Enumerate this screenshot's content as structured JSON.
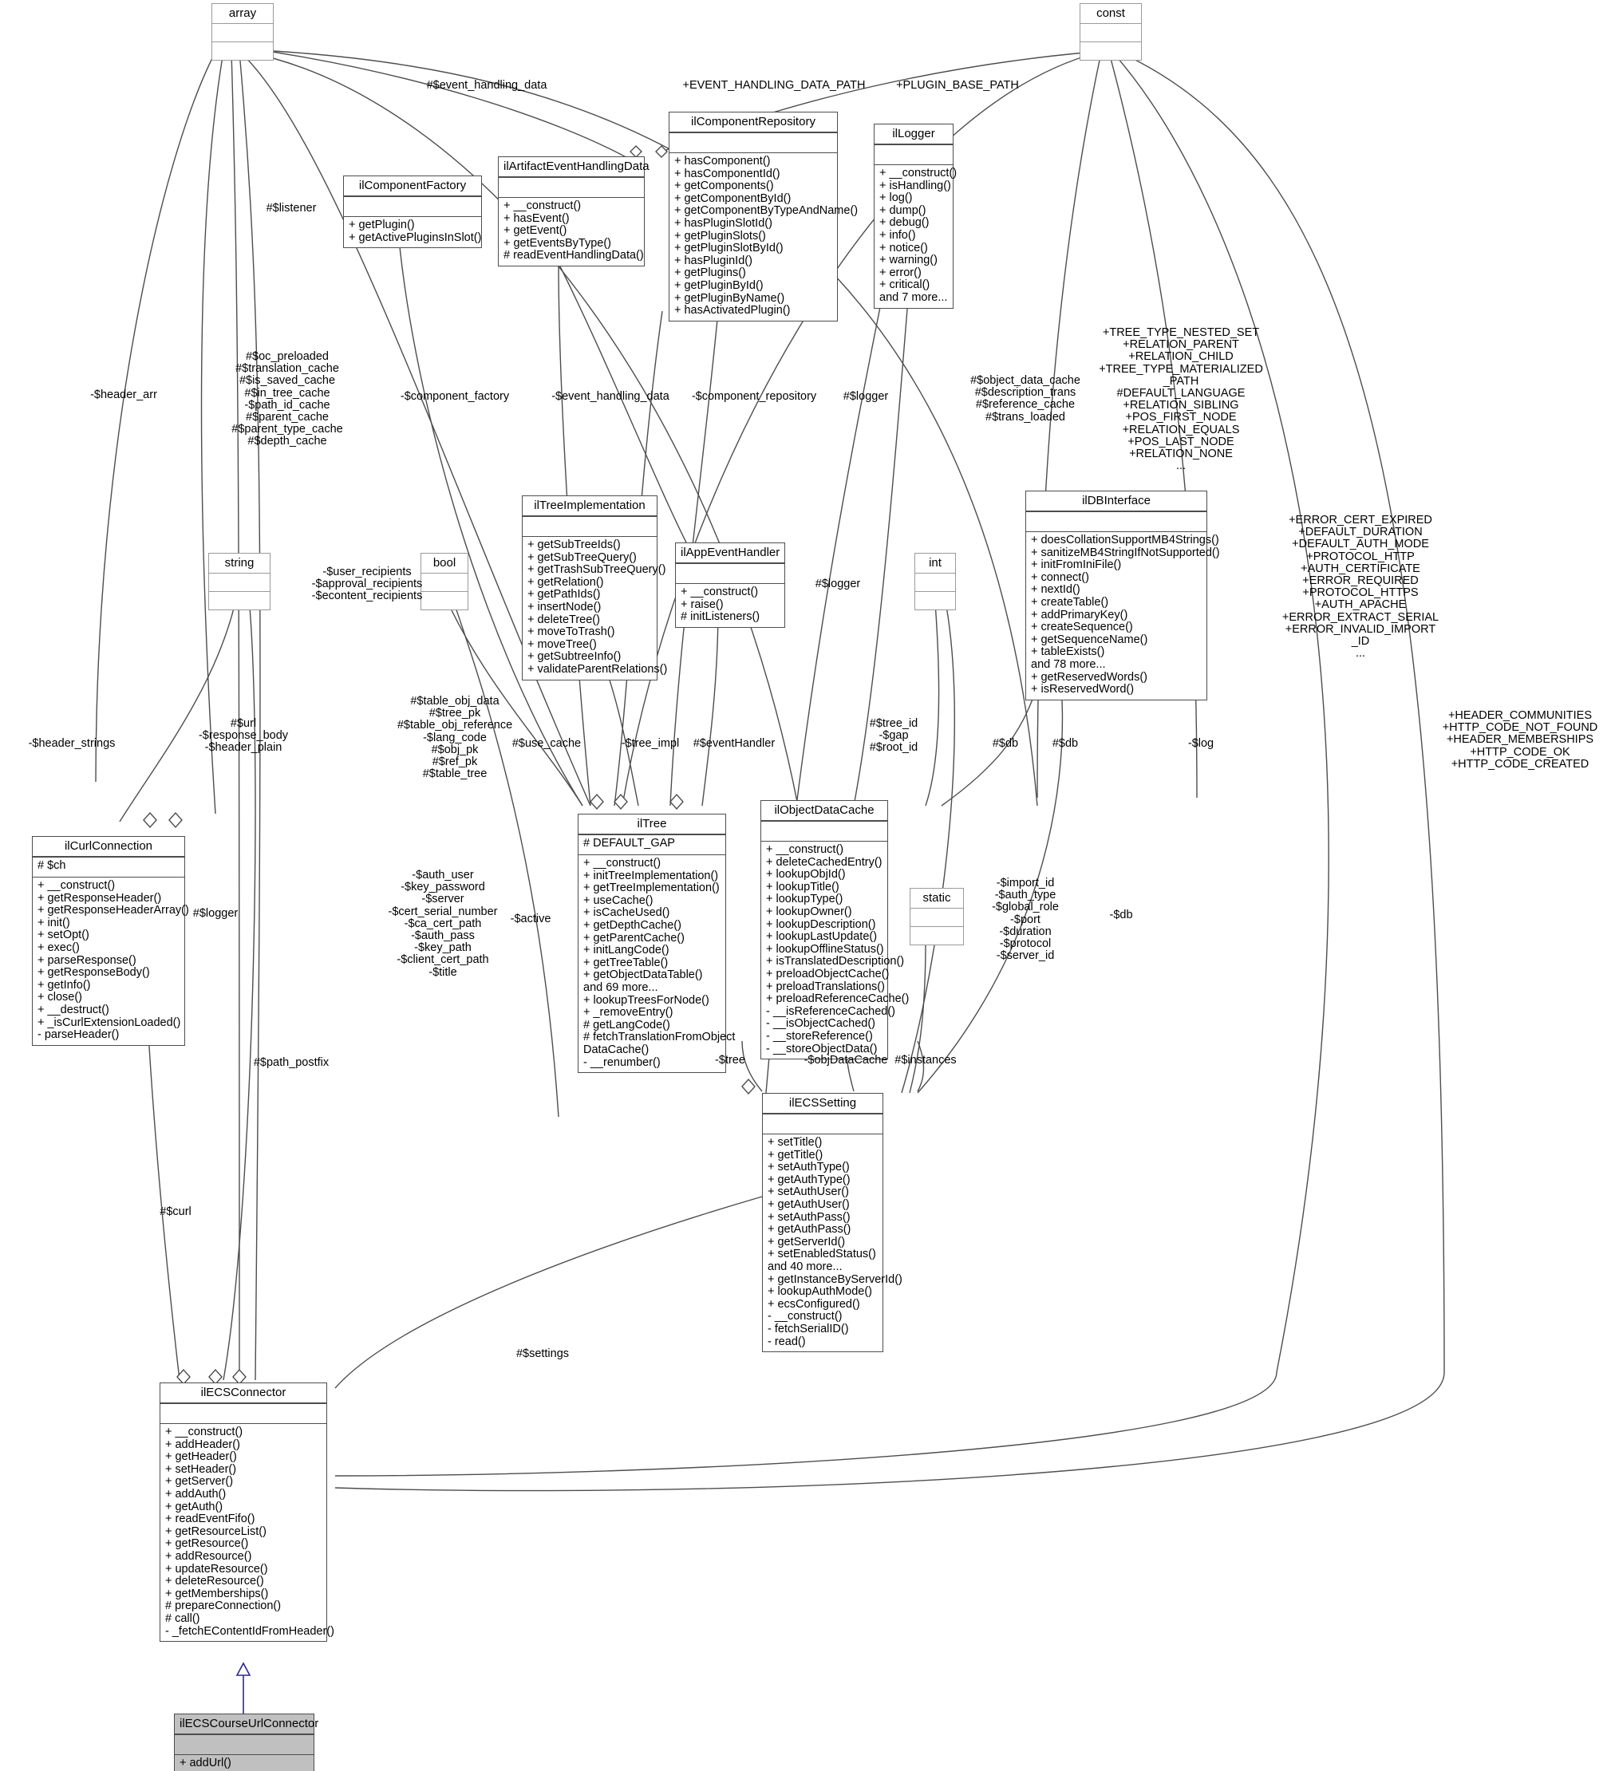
{
  "diagram": {
    "title": "ilECSCourseUrlConnector collaboration diagram",
    "type": "uml-class-collaboration"
  },
  "classes": {
    "array": {
      "name": "array",
      "kind": "plain"
    },
    "const": {
      "name": "const",
      "kind": "plain"
    },
    "string": {
      "name": "string",
      "kind": "plain"
    },
    "bool": {
      "name": "bool",
      "kind": "plain"
    },
    "int": {
      "name": "int",
      "kind": "plain"
    },
    "static": {
      "name": "static",
      "kind": "plain"
    },
    "ilComponentFactory": {
      "name": "ilComponentFactory",
      "attributes": [],
      "operations": [
        "+ getPlugin()",
        "+ getActivePluginsInSlot()"
      ]
    },
    "ilArtifactEventHandlingData": {
      "name": "ilArtifactEventHandlingData",
      "attributes": [],
      "operations": [
        "+ __construct()",
        "+ hasEvent()",
        "+ getEvent()",
        "+ getEventsByType()",
        "# readEventHandlingData()"
      ]
    },
    "ilComponentRepository": {
      "name": "ilComponentRepository",
      "attributes": [],
      "operations": [
        "+ hasComponent()",
        "+ hasComponentId()",
        "+ getComponents()",
        "+ getComponentById()",
        "+ getComponentByTypeAndName()",
        "+ hasPluginSlotId()",
        "+ getPluginSlots()",
        "+ getPluginSlotById()",
        "+ hasPluginId()",
        "+ getPlugins()",
        "+ getPluginById()",
        "+ getPluginByName()",
        "+ hasActivatedPlugin()"
      ]
    },
    "ilLogger": {
      "name": "ilLogger",
      "attributes": [],
      "operations": [
        "+ __construct()",
        "+ isHandling()",
        "+ log()",
        "+ dump()",
        "+ debug()",
        "+ info()",
        "+ notice()",
        "+ warning()",
        "+ error()",
        "+ critical()",
        "and 7 more..."
      ]
    },
    "ilTreeImplementation": {
      "name": "ilTreeImplementation",
      "attributes": [],
      "operations": [
        "+ getSubTreeIds()",
        "+ getSubTreeQuery()",
        "+ getTrashSubTreeQuery()",
        "+ getRelation()",
        "+ getPathIds()",
        "+ insertNode()",
        "+ deleteTree()",
        "+ moveToTrash()",
        "+ moveTree()",
        "+ getSubtreeInfo()",
        "+ validateParentRelations()"
      ]
    },
    "ilAppEventHandler": {
      "name": "ilAppEventHandler",
      "attributes": [],
      "operations": [
        "+ __construct()",
        "+ raise()",
        "# initListeners()"
      ]
    },
    "ilDBInterface": {
      "name": "ilDBInterface",
      "attributes": [],
      "operations": [
        "+ doesCollationSupportMB4Strings()",
        "+ sanitizeMB4StringIfNotSupported()",
        "+ initFromIniFile()",
        "+ connect()",
        "+ nextId()",
        "+ createTable()",
        "+ addPrimaryKey()",
        "+ createSequence()",
        "+ getSequenceName()",
        "+ tableExists()",
        "and 78 more...",
        "+ getReservedWords()",
        "+ isReservedWord()"
      ]
    },
    "ilCurlConnection": {
      "name": "ilCurlConnection",
      "attributes": [
        "# $ch"
      ],
      "operations": [
        "+ __construct()",
        "+ getResponseHeader()",
        "+ getResponseHeaderArray()",
        "+ init()",
        "+ setOpt()",
        "+ exec()",
        "+ parseResponse()",
        "+ getResponseBody()",
        "+ getInfo()",
        "+ close()",
        "+ __destruct()",
        "+ _isCurlExtensionLoaded()",
        "- parseHeader()"
      ]
    },
    "ilTree": {
      "name": "ilTree",
      "attributes": [
        "# DEFAULT_GAP"
      ],
      "operations": [
        "+ __construct()",
        "+ initTreeImplementation()",
        "+ getTreeImplementation()",
        "+ useCache()",
        "+ isCacheUsed()",
        "+ getDepthCache()",
        "+ getParentCache()",
        "+ initLangCode()",
        "+ getTreeTable()",
        "+ getObjectDataTable()",
        "and 69 more...",
        "+ lookupTreesForNode()",
        "+ _removeEntry()",
        "# getLangCode()",
        "# fetchTranslationFromObject",
        "DataCache()",
        "- __renumber()"
      ]
    },
    "ilObjectDataCache": {
      "name": "ilObjectDataCache",
      "attributes": [],
      "operations": [
        "+ __construct()",
        "+ deleteCachedEntry()",
        "+ lookupObjId()",
        "+ lookupTitle()",
        "+ lookupType()",
        "+ lookupOwner()",
        "+ lookupDescription()",
        "+ lookupLastUpdate()",
        "+ lookupOfflineStatus()",
        "+ isTranslatedDescription()",
        "+ preloadObjectCache()",
        "+ preloadTranslations()",
        "+ preloadReferenceCache()",
        "- __isReferenceCached()",
        "- __isObjectCached()",
        "- __storeReference()",
        "- __storeObjectData()"
      ]
    },
    "ilECSSetting": {
      "name": "ilECSSetting",
      "attributes": [],
      "operations": [
        "+ setTitle()",
        "+ getTitle()",
        "+ setAuthType()",
        "+ getAuthType()",
        "+ setAuthUser()",
        "+ getAuthUser()",
        "+ setAuthPass()",
        "+ getAuthPass()",
        "+ getServerId()",
        "+ setEnabledStatus()",
        "and 40 more...",
        "+ getInstanceByServerId()",
        "+ lookupAuthMode()",
        "+ ecsConfigured()",
        "- __construct()",
        "- fetchSerialID()",
        "- read()"
      ]
    },
    "ilECSConnector": {
      "name": "ilECSConnector",
      "attributes": [],
      "operations": [
        "+ __construct()",
        "+ addHeader()",
        "+ getHeader()",
        "+ setHeader()",
        "+ getServer()",
        "+ addAuth()",
        "+ getAuth()",
        "+ readEventFifo()",
        "+ getResourceList()",
        "+ getResource()",
        "+ addResource()",
        "+ updateResource()",
        "+ deleteResource()",
        "+ getMemberships()",
        "# prepareConnection()",
        "# call()",
        "- _fetchEContentIdFromHeader()"
      ]
    },
    "ilECSCourseUrlConnector": {
      "name": "ilECSCourseUrlConnector",
      "attributes": [],
      "operations": [
        "+ addUrl()"
      ]
    }
  },
  "edge_labels": {
    "event_handling_data_top": "#$event_handling_data",
    "event_handling_data_path": "+EVENT_HANDLING_DATA_PATH",
    "plugin_base_path": "+PLUGIN_BASE_PATH",
    "listener": "#$listener",
    "header_arr": "-$header_arr",
    "tree_caches": "#$oc_preloaded\n#$translation_cache\n#$is_saved_cache\n#$in_tree_cache\n-$path_id_cache\n#$parent_cache\n#$parent_type_cache\n#$depth_cache",
    "component_factory": "-$component_factory",
    "event_handling_data_mid": "-$event_handling_data",
    "component_repository": "-$component_repository",
    "logger_top": "#$logger",
    "object_data_cache": "#$object_data_cache\n#$description_trans\n#$reference_cache\n#$trans_loaded",
    "tree_consts": "+TREE_TYPE_NESTED_SET\n+RELATION_PARENT\n+RELATION_CHILD\n+TREE_TYPE_MATERIALIZED\n_PATH\n#DEFAULT_LANGUAGE\n+RELATION_SIBLING\n+POS_FIRST_NODE\n+RELATION_EQUALS\n+POS_LAST_NODE\n+RELATION_NONE\n...",
    "ecs_consts": "+ERROR_CERT_EXPIRED\n+DEFAULT_DURATION\n+DEFAULT_AUTH_MODE\n+PROTOCOL_HTTP\n+AUTH_CERTIFICATE\n+ERROR_REQUIRED\n+PROTOCOL_HTTPS\n+AUTH_APACHE\n+ERROR_EXTRACT_SERIAL\n+ERROR_INVALID_IMPORT\n_ID\n...",
    "recipients": "-$user_recipients\n-$approval_recipients\n-$econtent_recipients",
    "logger_mid": "#$logger",
    "header_strings": "-$header_strings",
    "url_response": "#$url\n-$response_body\n-$header_plain",
    "table_obj_data": "#$table_obj_data\n#$tree_pk\n#$table_obj_reference\n-$lang_code\n#$obj_pk\n#$ref_pk\n#$table_tree",
    "use_cache": "#$use_cache",
    "tree_impl": "-$tree_impl",
    "event_handler": "#$eventHandler",
    "tree_id_gap": "#$tree_id\n-$gap\n#$root_id",
    "db1": "#$db",
    "db2": "#$db",
    "slog": "-$log",
    "header_consts": "+HEADER_COMMUNITIES\n+HTTP_CODE_NOT_FOUND\n+HEADER_MEMBERSHIPS\n+HTTP_CODE_OK\n+HTTP_CODE_CREATED",
    "auth_user": "-$auth_user\n-$key_password\n-$server\n-$cert_serial_number\n-$ca_cert_path\n-$auth_pass\n-$key_path\n-$client_cert_path\n-$title",
    "active": "-$active",
    "logger_curl": "#$logger",
    "import_id": "-$import_id\n-$auth_type\n-$global_role\n-$port\n-$duration\n-$protocol\n-$server_id",
    "db3": "-$db",
    "path_postfix": "#$path_postfix",
    "curl": "#$curl",
    "tree_assoc": "-$tree",
    "obj_data_cache_assoc": "-$objDataCache",
    "instances": "#$instances",
    "settings": "#$settings"
  }
}
